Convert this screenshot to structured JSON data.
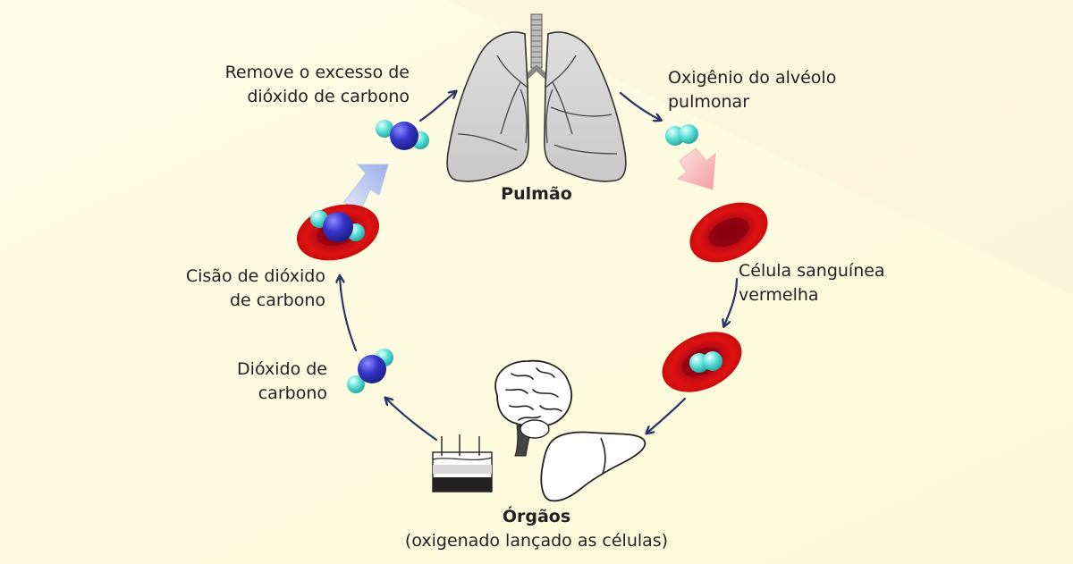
{
  "labels": {
    "remove_line1": "Remove o excesso de",
    "remove_line2": "dióxido de carbono",
    "oxygen_line1": "Oxigênio do alvéolo",
    "oxygen_line2": "pulmonar",
    "lung": "Pulmão",
    "rbc_line1": "Célula sanguínea",
    "rbc_line2": "vermelha",
    "cleavage_line1": "Cisão de dióxido",
    "cleavage_line2": "de carbono",
    "co2_line1": "Dióxido de",
    "co2_line2": "carbono",
    "organs_title": "Órgãos",
    "organs_sub": "(oxigenado lançado as células)"
  },
  "colors": {
    "arrow": "#2b3468",
    "blood_cell": "#d01010",
    "carbon_atom": "#2f2fb8",
    "oxygen_atom": "#4fd8d2",
    "lung": "#d4d4d4"
  }
}
